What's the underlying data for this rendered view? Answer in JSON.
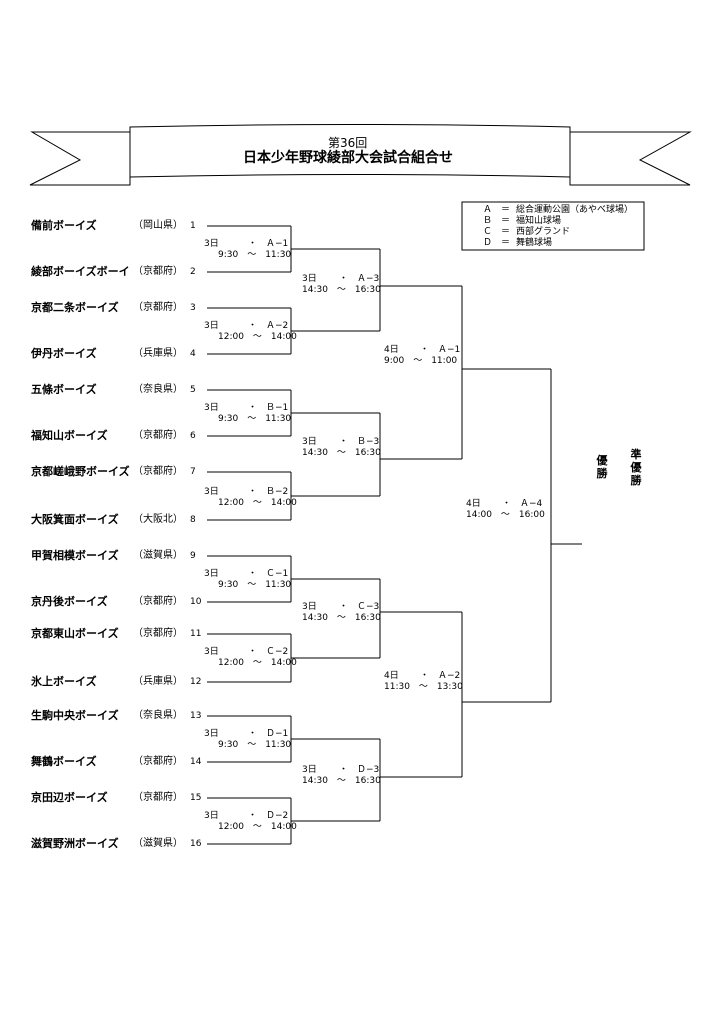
{
  "banner": {
    "line1": "第36回",
    "line2": "日本少年野球綾部大会試合組合せ"
  },
  "legend": [
    {
      "code": "Ａ　＝",
      "name": "総合運動公園（あやべ球場）"
    },
    {
      "code": "Ｂ　＝",
      "name": "福知山球場"
    },
    {
      "code": "Ｃ　＝",
      "name": "西部グランド"
    },
    {
      "code": "Ｄ　＝",
      "name": "舞鶴球場"
    }
  ],
  "teams": [
    {
      "name": "備前ボーイズ",
      "pref": "（岡山県）",
      "num": "1"
    },
    {
      "name": "綾部ボーイズボーイ",
      "pref": "（京都府）",
      "num": "2"
    },
    {
      "name": "京都二条ボーイズ",
      "pref": "（京都府）",
      "num": "3"
    },
    {
      "name": "伊丹ボーイズ",
      "pref": "（兵庫県）",
      "num": "4"
    },
    {
      "name": "五條ボーイズ",
      "pref": "（奈良県）",
      "num": "5"
    },
    {
      "name": "福知山ボーイズ",
      "pref": "（京都府）",
      "num": "6"
    },
    {
      "name": "京都嵯峨野ボーイズ",
      "pref": "（京都府）",
      "num": "7"
    },
    {
      "name": "大阪箕面ボーイズ",
      "pref": "（大阪北）",
      "num": "8"
    },
    {
      "name": "甲賀相模ボーイズ",
      "pref": "（滋賀県）",
      "num": "9"
    },
    {
      "name": "京丹後ボーイズ",
      "pref": "（京都府）",
      "num": "10"
    },
    {
      "name": "京都東山ボーイズ",
      "pref": "（京都府）",
      "num": "11"
    },
    {
      "name": "氷上ボーイズ",
      "pref": "（兵庫県）",
      "num": "12"
    },
    {
      "name": "生駒中央ボーイズ",
      "pref": "（奈良県）",
      "num": "13"
    },
    {
      "name": "舞鶴ボーイズ",
      "pref": "（京都府）",
      "num": "14"
    },
    {
      "name": "京田辺ボーイズ",
      "pref": "（京都府）",
      "num": "15"
    },
    {
      "name": "滋賀野洲ボーイズ",
      "pref": "（滋賀県）",
      "num": "16"
    }
  ],
  "r1": [
    {
      "day": "3日",
      "code": "・　Ａ−1",
      "time": "9:30　〜　11:30"
    },
    {
      "day": "3日",
      "code": "・　Ａ−2",
      "time": "12:00　〜　14:00"
    },
    {
      "day": "3日",
      "code": "・　Ｂ−1",
      "time": "9:30　〜　11:30"
    },
    {
      "day": "3日",
      "code": "・　Ｂ−2",
      "time": "12:00　〜　14:00"
    },
    {
      "day": "3日",
      "code": "・　Ｃ−1",
      "time": "9:30　〜　11:30"
    },
    {
      "day": "3日",
      "code": "・　Ｃ−2",
      "time": "12:00　〜　14:00"
    },
    {
      "day": "3日",
      "code": "・　Ｄ−1",
      "time": "9:30　〜　11:30"
    },
    {
      "day": "3日",
      "code": "・　Ｄ−2",
      "time": "12:00　〜　14:00"
    }
  ],
  "r2": [
    {
      "day": "3日",
      "code": "・　Ａ−3",
      "time": "14:30　〜　16:30"
    },
    {
      "day": "3日",
      "code": "・　Ｂ−3",
      "time": "14:30　〜　16:30"
    },
    {
      "day": "3日",
      "code": "・　Ｃ−3",
      "time": "14:30　〜　16:30"
    },
    {
      "day": "3日",
      "code": "・　Ｄ−3",
      "time": "14:30　〜　16:30"
    }
  ],
  "r3": [
    {
      "day": "4日",
      "code": "・　Ａ−1",
      "time": "9:00　〜　11:00"
    },
    {
      "day": "4日",
      "code": "・　Ａ−2",
      "time": "11:30　〜　13:30"
    }
  ],
  "final": {
    "day": "4日",
    "code": "・　Ａ−4",
    "time": "14:00　〜　16:00"
  },
  "results": {
    "winner": "優勝",
    "runner_up": "準優勝"
  }
}
